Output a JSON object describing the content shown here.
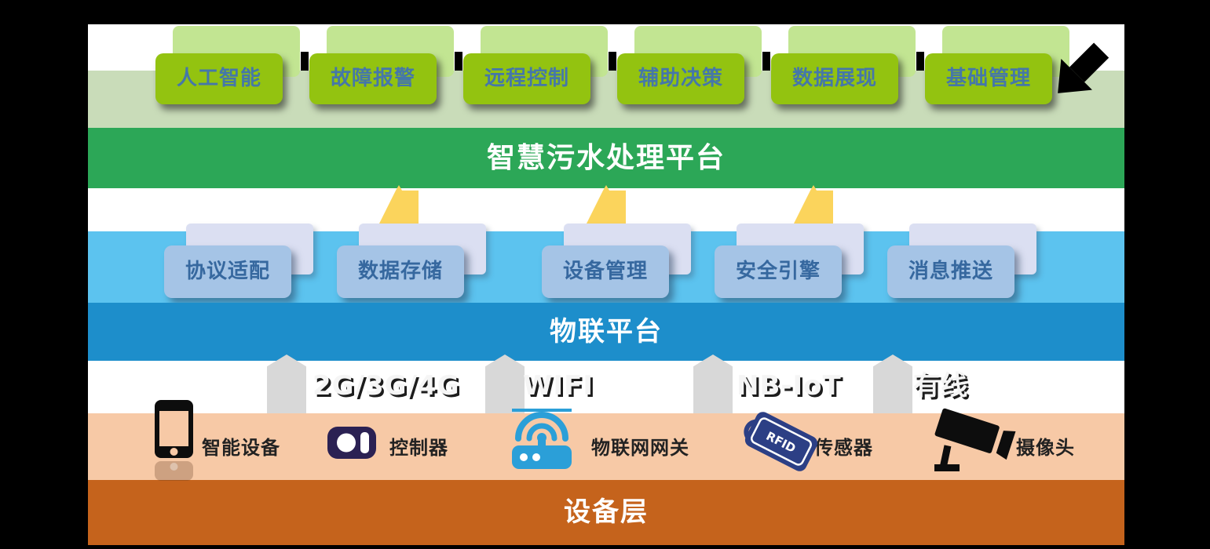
{
  "application_layer": {
    "boxes": [
      "人工智能",
      "故障报警",
      "远程控制",
      "辅助决策",
      "数据展现",
      "基础管理"
    ]
  },
  "platform_banner": {
    "label": "智慧污水处理平台"
  },
  "middleware_layer": {
    "boxes": [
      "协议适配",
      "数据存储",
      "设备管理",
      "安全引擎",
      "消息推送"
    ]
  },
  "iot_banner": {
    "label": "物联平台"
  },
  "connectivity": {
    "labels": [
      "2G/3G/4G",
      "WIFI",
      "NB-IoT",
      "有线"
    ]
  },
  "device_layer": {
    "devices": [
      {
        "icon": "smartphone-icon",
        "label": "智能设备"
      },
      {
        "icon": "controller-icon",
        "label": "控制器"
      },
      {
        "icon": "router-icon",
        "label": "物联网网关"
      },
      {
        "icon": "rfid-tag-icon",
        "label": "传感器",
        "tag_text": "RFID"
      },
      {
        "icon": "camera-icon",
        "label": "摄像头"
      }
    ],
    "banner": "设备层"
  },
  "colors": {
    "app_box": "#93c310",
    "app_tab": "#c2e592",
    "app_text": "#4577a9",
    "platform_banner": "#2ca757",
    "connector_yellow": "#fbd45c",
    "middleware_band": "#5cc3ef",
    "middleware_box": "#a5c4e6",
    "middleware_back_box": "#dbdff2",
    "middleware_text": "#36689f",
    "iot_banner": "#1d8ecb",
    "connectivity_tab": "#d8d8d8",
    "device_band": "#f7c9a6",
    "device_banner": "#c5631c",
    "sage_band": "#c9dcb9",
    "router_icon": "#2b9fd8",
    "controller_icon": "#2b2153",
    "rfid_icon": "#2c3f85"
  }
}
